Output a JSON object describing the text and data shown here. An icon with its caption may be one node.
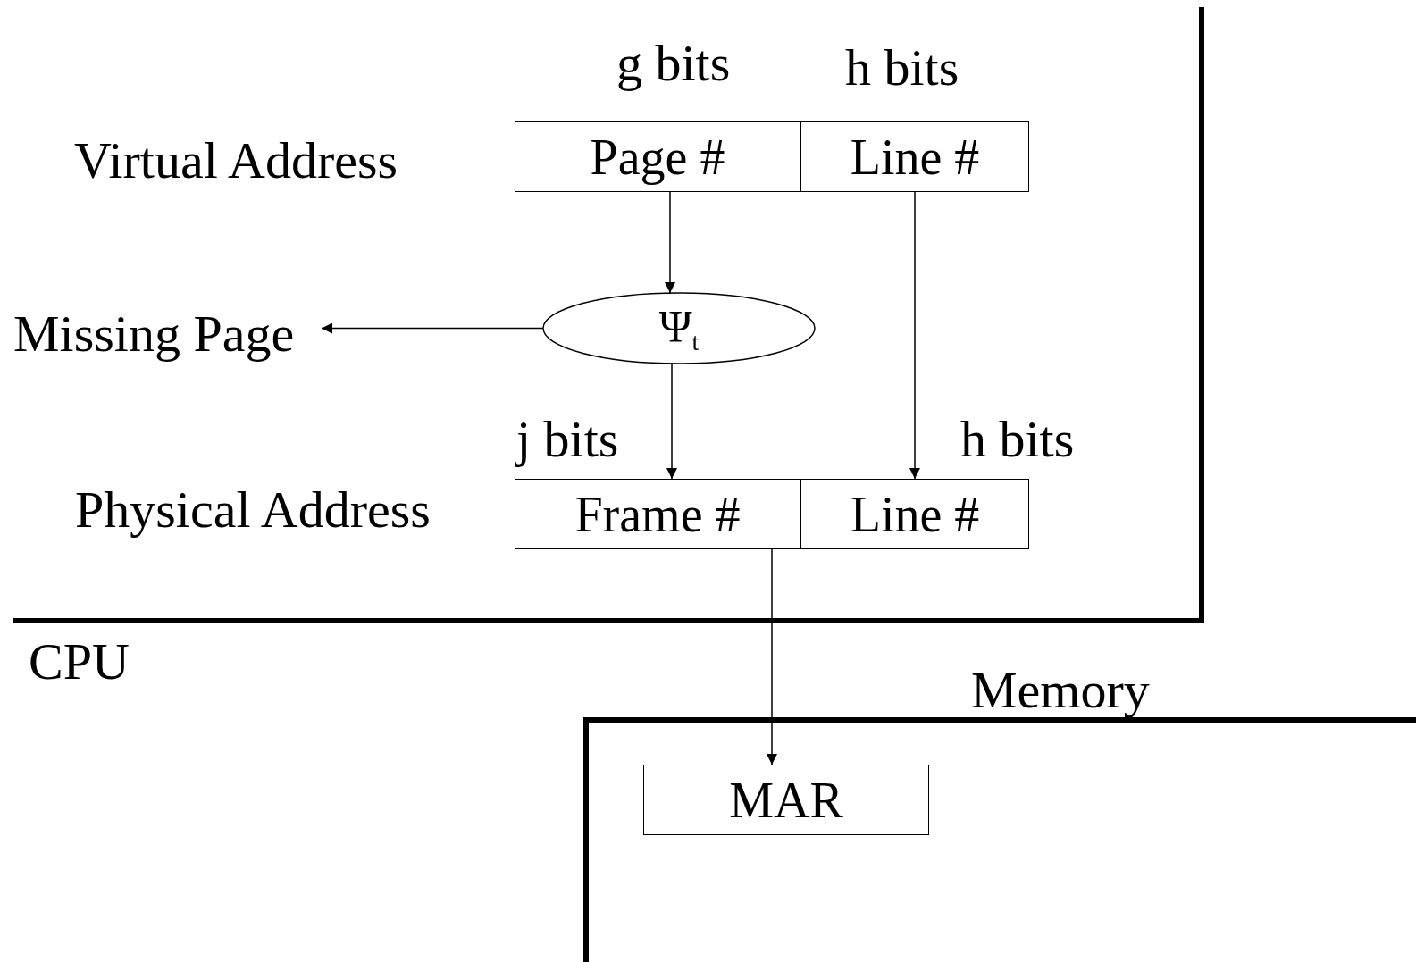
{
  "diagram": {
    "nodes": [
      {
        "text": [
          "Page #"
        ]
      },
      {
        "text": [
          "Line #"
        ]
      },
      {
        "text": [
          "Ψ$_{t}$"
        ]
      },
      {
        "text": [
          "Missing Page"
        ]
      },
      {
        "text": [
          "Frame #"
        ]
      },
      {
        "text": [
          "Line #"
        ]
      },
      {
        "text": [
          "MAR"
        ]
      }
    ],
    "edges": [
      {
        "from": 0,
        "to": 2,
        "arrow": "to"
      },
      {
        "from": 1,
        "to": 5,
        "arrow": "to"
      },
      {
        "from": 2,
        "to": 3,
        "arrow": "to"
      },
      {
        "from": 2,
        "to": 4,
        "arrow": "to"
      },
      {
        "from": 4,
        "to": 6,
        "arrow": "to"
      }
    ],
    "labels": [
      "g bits",
      "h bits",
      "Virtual Address",
      "j bits",
      "h bits",
      "Physical Address",
      "CPU",
      "Memory"
    ]
  }
}
